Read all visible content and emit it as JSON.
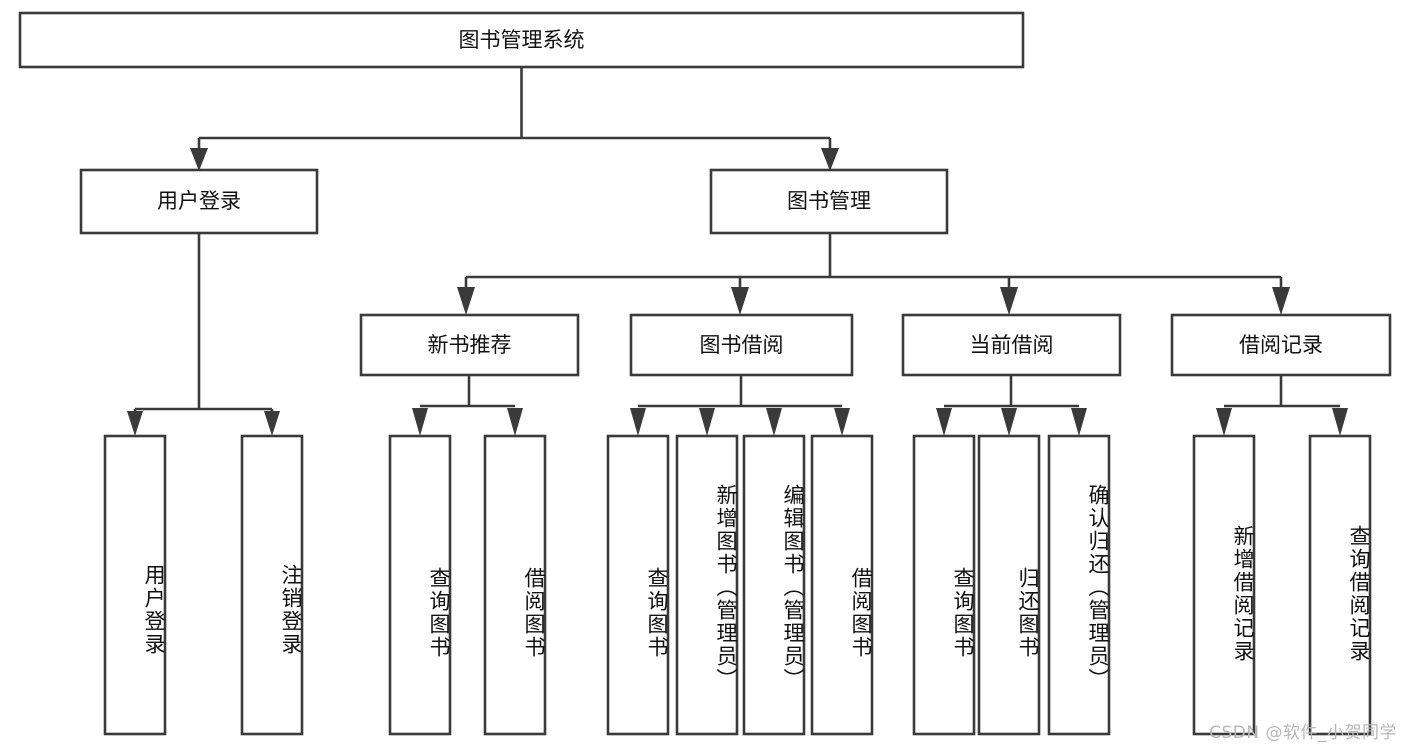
{
  "diagram": {
    "title": "图书管理系统",
    "type": "tree-hierarchy",
    "root": {
      "label": "图书管理系统"
    },
    "level2": [
      {
        "label": "用户登录"
      },
      {
        "label": "图书管理"
      }
    ],
    "level3": [
      {
        "label": "新书推荐"
      },
      {
        "label": "图书借阅"
      },
      {
        "label": "当前借阅"
      },
      {
        "label": "借阅记录"
      }
    ],
    "leaves": {
      "user_login": [
        {
          "label": "用户登录"
        },
        {
          "label": "注销登录"
        }
      ],
      "new_book_recommend": [
        {
          "label": "查询图书"
        },
        {
          "label": "借阅图书"
        }
      ],
      "book_borrow": [
        {
          "label": "查询图书"
        },
        {
          "label": "新增图书（管理员）"
        },
        {
          "label": "编辑图书（管理员）"
        },
        {
          "label": "借阅图书"
        }
      ],
      "current_borrow": [
        {
          "label": "查询图书"
        },
        {
          "label": "归还图书"
        },
        {
          "label": "确认归还（管理员）"
        }
      ],
      "borrow_record": [
        {
          "label": "新增借阅记录"
        },
        {
          "label": "查询借阅记录"
        }
      ]
    }
  },
  "watermark": {
    "text": "CSDN @软件_小贺同学"
  },
  "colors": {
    "stroke": "#3a3a3a",
    "fill": "#ffffff",
    "text": "#111111",
    "watermark": "#b7b7b7"
  }
}
